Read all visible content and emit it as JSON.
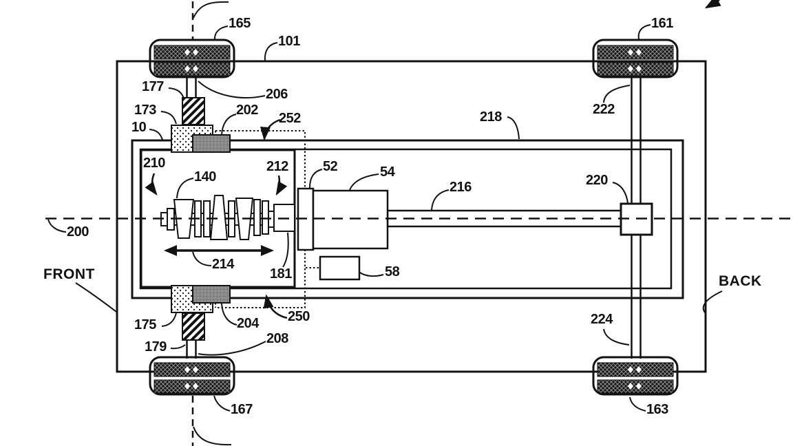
{
  "figure": {
    "kind": "patent-style top view diagram of a vehicle chassis with engine crankshaft, electric machine, driveshaft and four wheels",
    "colors": {
      "background": "#ffffff",
      "line": "#121212",
      "damper_gray": "#8f8f8f"
    },
    "labels": {
      "front_top_wheel": "165",
      "chassis": "101",
      "front_axle_upper": "206",
      "shaft_coupling_upper": "177",
      "mount_upper": "173",
      "system": "10",
      "damper_upper": "202",
      "control_boundary_upper": "252",
      "frame": "218",
      "rear_axle_upper": "222",
      "rear_top_wheel": "161",
      "engine_box": "210",
      "crankshaft": "140",
      "crank_output": "212",
      "machine_interface": "52",
      "machine": "54",
      "driveshaft": "216",
      "differential": "220",
      "centerline": "200",
      "crank_axis_arrow": "214",
      "output_hub": "181",
      "controller": "58",
      "mount_lower": "175",
      "damper_lower": "204",
      "control_boundary_lower": "250",
      "front_axle_shaft_lower": "179",
      "front_axle_lower": "208",
      "front_bottom_wheel": "167",
      "rear_axle_lower": "224",
      "rear_bottom_wheel": "163",
      "front_direction": "FRONT",
      "back_direction": "BACK"
    }
  }
}
